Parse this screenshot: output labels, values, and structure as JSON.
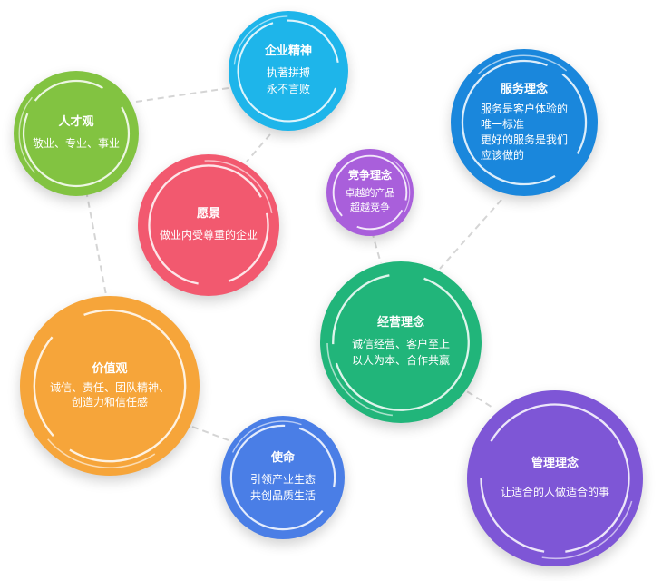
{
  "colors": {
    "green": "#82c341",
    "cyan": "#1eb5ea",
    "blue": "#1a87dc",
    "pink": "#f2596f",
    "purple": "#a95fdb",
    "teal": "#21b57a",
    "orange": "#f6a53a",
    "indigo": "#4a7ee6",
    "violet": "#7e56d6",
    "connector": "#d5d5d5"
  },
  "bubbles": {
    "talent": {
      "title": "人才观",
      "lines": [
        "敬业、专业、事业"
      ]
    },
    "spirit": {
      "title": "企业精神",
      "lines": [
        "执著拼搏",
        "永不言败"
      ]
    },
    "service": {
      "title": "服务理念",
      "lines": [
        "服务是客户体验的",
        "唯一标准",
        "更好的服务是我们",
        "应该做的"
      ]
    },
    "vision": {
      "title": "愿景",
      "lines": [
        "做业内受尊重的企业"
      ]
    },
    "competition": {
      "title": "竞争理念",
      "lines": [
        "卓越的产品",
        "超越竞争"
      ]
    },
    "operation": {
      "title": "经营理念",
      "lines": [
        "诚信经营、客户至上",
        "以人为本、合作共赢"
      ]
    },
    "values": {
      "title": "价值观",
      "lines": [
        "诚信、责任、团队精神、",
        "创造力和信任感"
      ]
    },
    "mission": {
      "title": "使命",
      "lines": [
        "引领产业生态",
        "共创品质生活"
      ]
    },
    "management": {
      "title": "管理理念",
      "lines": [
        "让适合的人做适合的事"
      ]
    }
  }
}
